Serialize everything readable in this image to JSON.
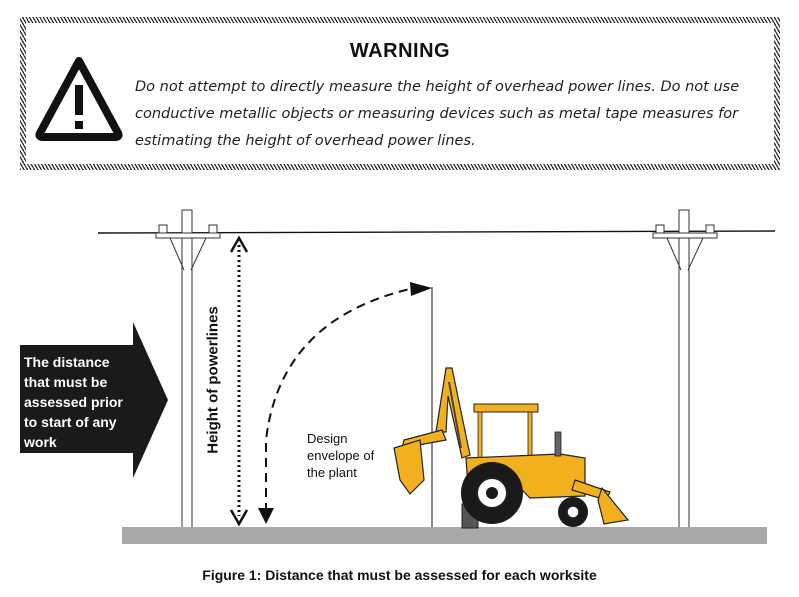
{
  "warning": {
    "title": "WARNING",
    "text": "Do not attempt to directly measure the height of overhead power lines. Do not use conductive metallic objects or measuring devices such as metal tape measures for estimating the height of overhead power lines.",
    "icon": "warning-triangle-icon"
  },
  "diagram": {
    "callout_text": "The distance that must be assessed prior to start of any work",
    "height_label": "Height of powerlines",
    "design_label": "Design envelope of the plant",
    "colors": {
      "machine": "#f2b01e",
      "ground": "#a8a8a8",
      "callout": "#1a1a1a"
    }
  },
  "caption": "Figure 1: Distance that must be assessed for each worksite"
}
